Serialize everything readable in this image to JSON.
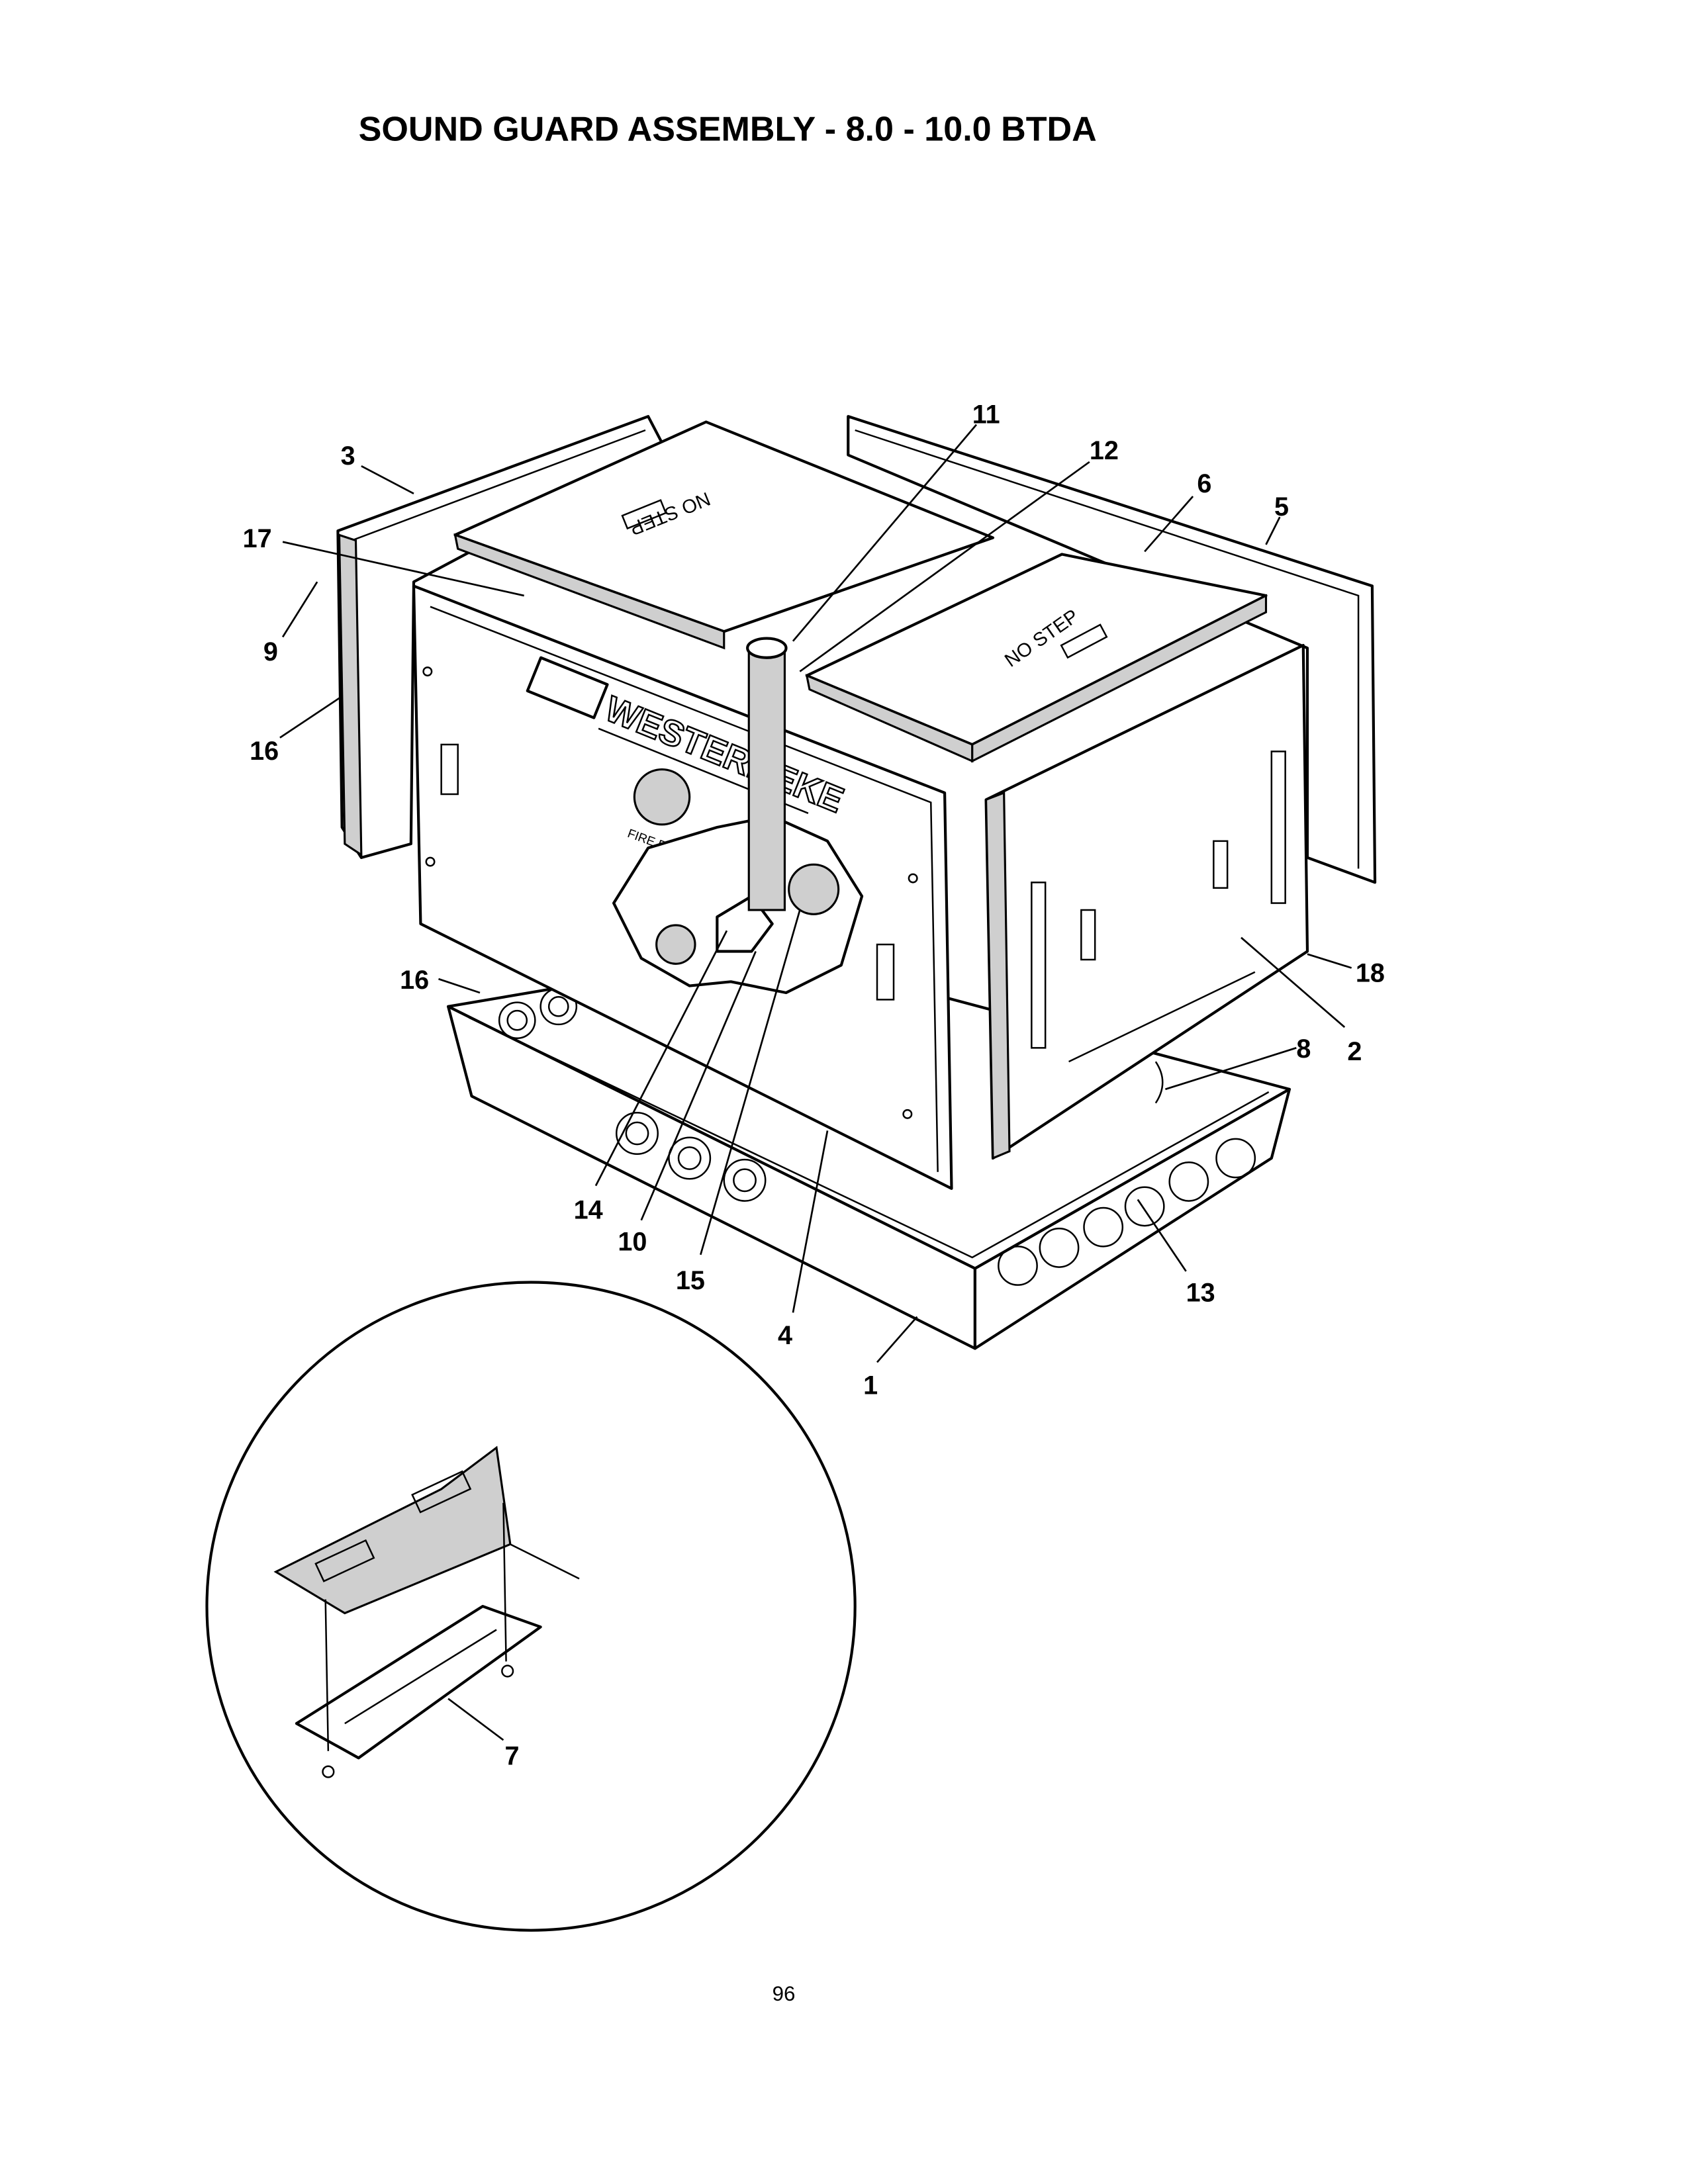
{
  "page": {
    "title": "SOUND GUARD ASSEMBLY - 8.0 - 10.0 BTDA",
    "page_number": "96"
  },
  "drawing": {
    "brand_lettering": "WESTERBEKE",
    "lid_stencil_1": "NO STEP",
    "lid_stencil_2": "NO STEP",
    "vent_stencil": "FIRE POD"
  },
  "callouts": {
    "c11": "11",
    "c12": "12",
    "c6": "6",
    "c5": "5",
    "c3": "3",
    "c17": "17",
    "c9": "9",
    "c16a": "16",
    "c16b": "16",
    "c18": "18",
    "c8": "8",
    "c2": "2",
    "c14": "14",
    "c10": "10",
    "c15": "15",
    "c13": "13",
    "c4": "4",
    "c1": "1",
    "c7": "7"
  }
}
